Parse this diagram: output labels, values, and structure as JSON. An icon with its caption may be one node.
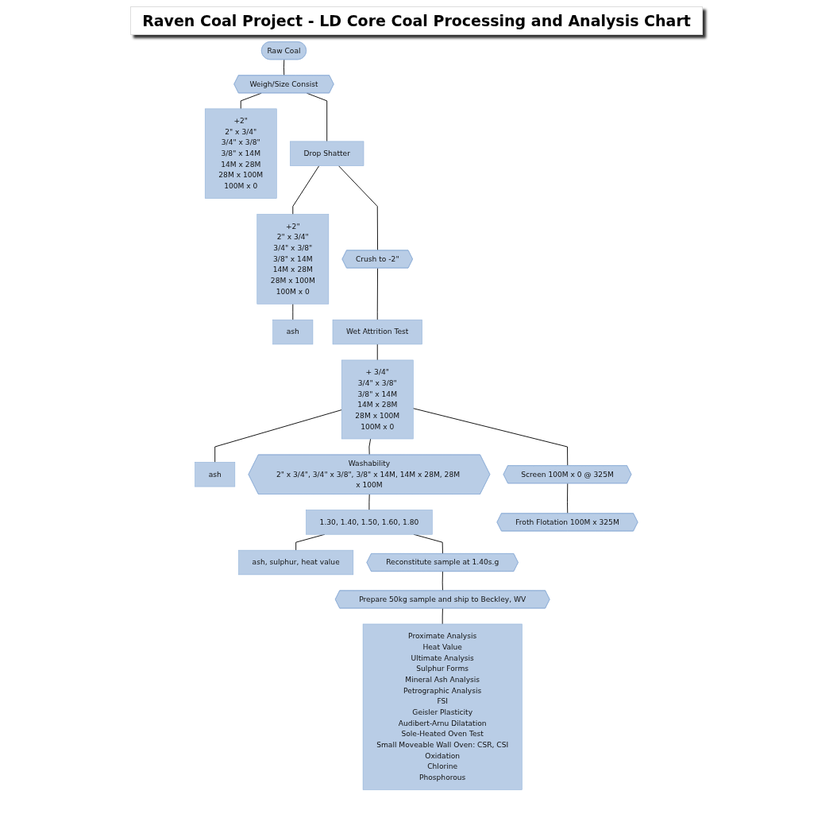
{
  "diagram": {
    "title": "Raven Coal Project - LD Core Coal Processing and Analysis Chart",
    "nodes": [
      {
        "text": [
          "Raw Coal"
        ]
      },
      {
        "text": [
          "Weigh/Size Consist"
        ]
      },
      {
        "text": [
          "+2\"",
          "2\" x 3/4\"",
          "3/4\" x 3/8\"",
          "3/8\" x 14M",
          "14M x 28M",
          "28M x 100M",
          "100M x 0"
        ]
      },
      {
        "text": [
          "Drop Shatter"
        ]
      },
      {
        "text": [
          "+2\"",
          "2\" x 3/4\"",
          "3/4\" x 3/8\"",
          "3/8\" x 14M",
          "14M x 28M",
          "28M x 100M",
          "100M x 0"
        ]
      },
      {
        "text": [
          "ash"
        ]
      },
      {
        "text": [
          "Crush to -2\""
        ]
      },
      {
        "text": [
          "ash"
        ]
      },
      {
        "text": [
          "Wet Attrition Test"
        ]
      },
      {
        "text": [
          "+ 3/4\"",
          "3/4\" x 3/8\"",
          "3/8\" x 14M",
          "14M x 28M",
          "28M x 100M",
          "100M x 0"
        ]
      },
      {
        "text": [
          "Washability",
          "2\" x 3/4\", 3/4\" x 3/8\", 3/8\" x 14M, 14M x 28M, 28M x 100M"
        ]
      },
      {
        "text": [
          "1.30, 1.40, 1.50, 1.60, 1.80"
        ]
      },
      {
        "text": [
          "ash, sulphur, heat value"
        ]
      },
      {
        "text": [
          "Screen 100M x 0 @ 325M"
        ]
      },
      {
        "text": [
          "Froth Flotation 100M x 325M"
        ]
      },
      {
        "text": [
          "Reconstitute sample at 1.40s.g"
        ]
      },
      {
        "text": [
          "Proximate Analysis",
          "Heat Value",
          "Ultimate Analysis",
          "Sulphur Forms",
          "Mineral Ash Analysis",
          "Petrographic Analysis",
          "FSI",
          "Geisler Plasticity",
          "Audibert-Arnu Dilatation",
          "Sole-Heated Oven Test",
          "Small Moveable Wall Oven: CSR, CSI",
          "Oxidation",
          "Chlorine",
          "Phosphorous"
        ]
      },
      {
        "text": [
          "Prepare 50kg sample and ship to Beckley, WV"
        ]
      }
    ],
    "edges": [
      {
        "from": 0,
        "to": 1,
        "arrow": "none"
      },
      {
        "from": 1,
        "to": 2,
        "arrow": "none"
      },
      {
        "from": 1,
        "to": 3,
        "arrow": "none"
      },
      {
        "from": 3,
        "to": 4,
        "arrow": "none"
      },
      {
        "from": 4,
        "to": 5,
        "arrow": "none"
      },
      {
        "from": 3,
        "to": 6,
        "arrow": "none"
      },
      {
        "from": 6,
        "to": 8,
        "arrow": "none"
      },
      {
        "from": 8,
        "to": 9,
        "arrow": "none"
      },
      {
        "from": 9,
        "to": 7,
        "arrow": "none"
      },
      {
        "from": 9,
        "to": 10,
        "arrow": "none"
      },
      {
        "from": 10,
        "to": 11,
        "arrow": "none"
      },
      {
        "from": 11,
        "to": 12,
        "arrow": "none"
      },
      {
        "from": 9,
        "to": 13,
        "arrow": "none"
      },
      {
        "from": 13,
        "to": 14,
        "arrow": "none"
      },
      {
        "from": 11,
        "to": 15,
        "arrow": "none"
      },
      {
        "from": 15,
        "to": 17,
        "arrow": "none"
      },
      {
        "from": 17,
        "to": 16,
        "arrow": "none"
      }
    ]
  }
}
